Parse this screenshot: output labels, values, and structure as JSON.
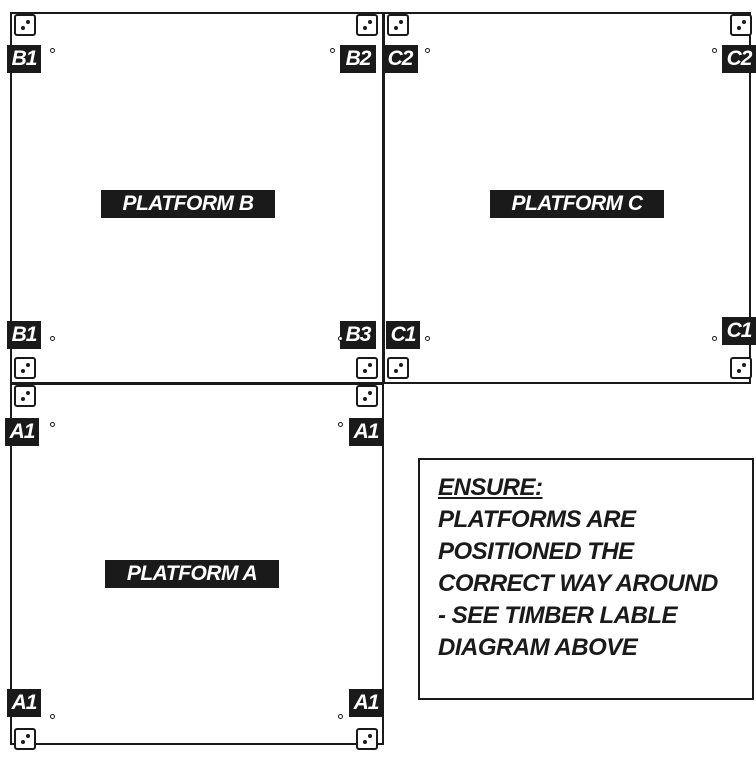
{
  "platforms": {
    "a": {
      "label": "PLATFORM A",
      "corners": {
        "tl": "A1",
        "tr": "A1",
        "bl": "A1",
        "br": "A1"
      }
    },
    "b": {
      "label": "PLATFORM B",
      "corners": {
        "tl": "B1",
        "tr": "B2",
        "bl": "B1",
        "br": "B3"
      }
    },
    "c": {
      "label": "PLATFORM C",
      "corners": {
        "tl": "C2",
        "tr": "C2",
        "bl": "C1",
        "br": "C1"
      }
    }
  },
  "note": {
    "heading": "ENSURE:",
    "lines": [
      "PLATFORMS ARE",
      "POSITIONED THE",
      "CORRECT WAY AROUND",
      "- SEE TIMBER LABLE",
      "DIAGRAM ABOVE"
    ]
  },
  "colors": {
    "ink": "#1a1a1a",
    "paper": "#ffffff"
  }
}
